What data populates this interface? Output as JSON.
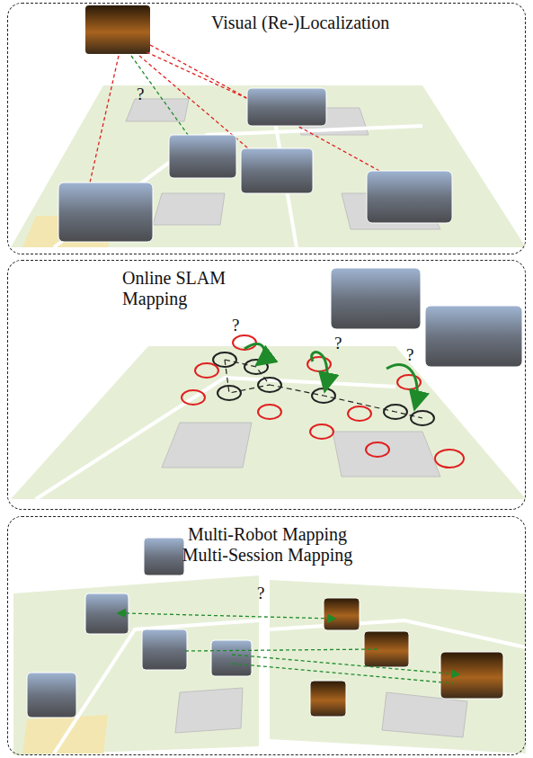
{
  "diagram": {
    "nodes": [
      {
        "text": [
          "Visual (Re-)Localization"
        ]
      },
      {
        "text": [
          "Online SLAM Mapping"
        ]
      },
      {
        "text": [
          "Multi-Robot Mapping",
          "Multi-Session Mapping"
        ]
      }
    ],
    "labels": [
      "?",
      "?",
      "?",
      "?",
      "?"
    ]
  }
}
